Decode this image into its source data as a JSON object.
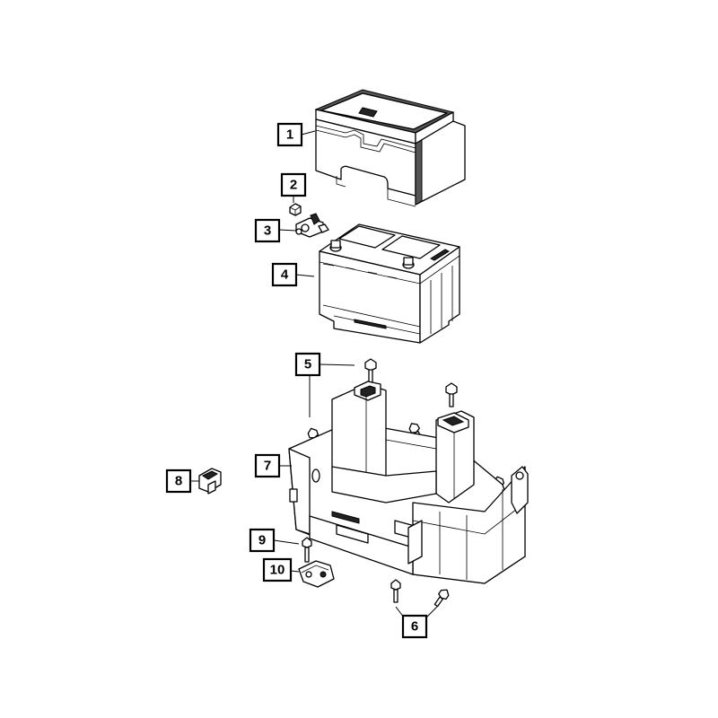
{
  "callouts": [
    {
      "id": "callout-1",
      "label": "1"
    },
    {
      "id": "callout-2",
      "label": "2"
    },
    {
      "id": "callout-3",
      "label": "3"
    },
    {
      "id": "callout-4",
      "label": "4"
    },
    {
      "id": "callout-5",
      "label": "5"
    },
    {
      "id": "callout-6",
      "label": "6"
    },
    {
      "id": "callout-7",
      "label": "7"
    },
    {
      "id": "callout-8",
      "label": "8"
    },
    {
      "id": "callout-9",
      "label": "9"
    },
    {
      "id": "callout-10",
      "label": "10"
    }
  ]
}
